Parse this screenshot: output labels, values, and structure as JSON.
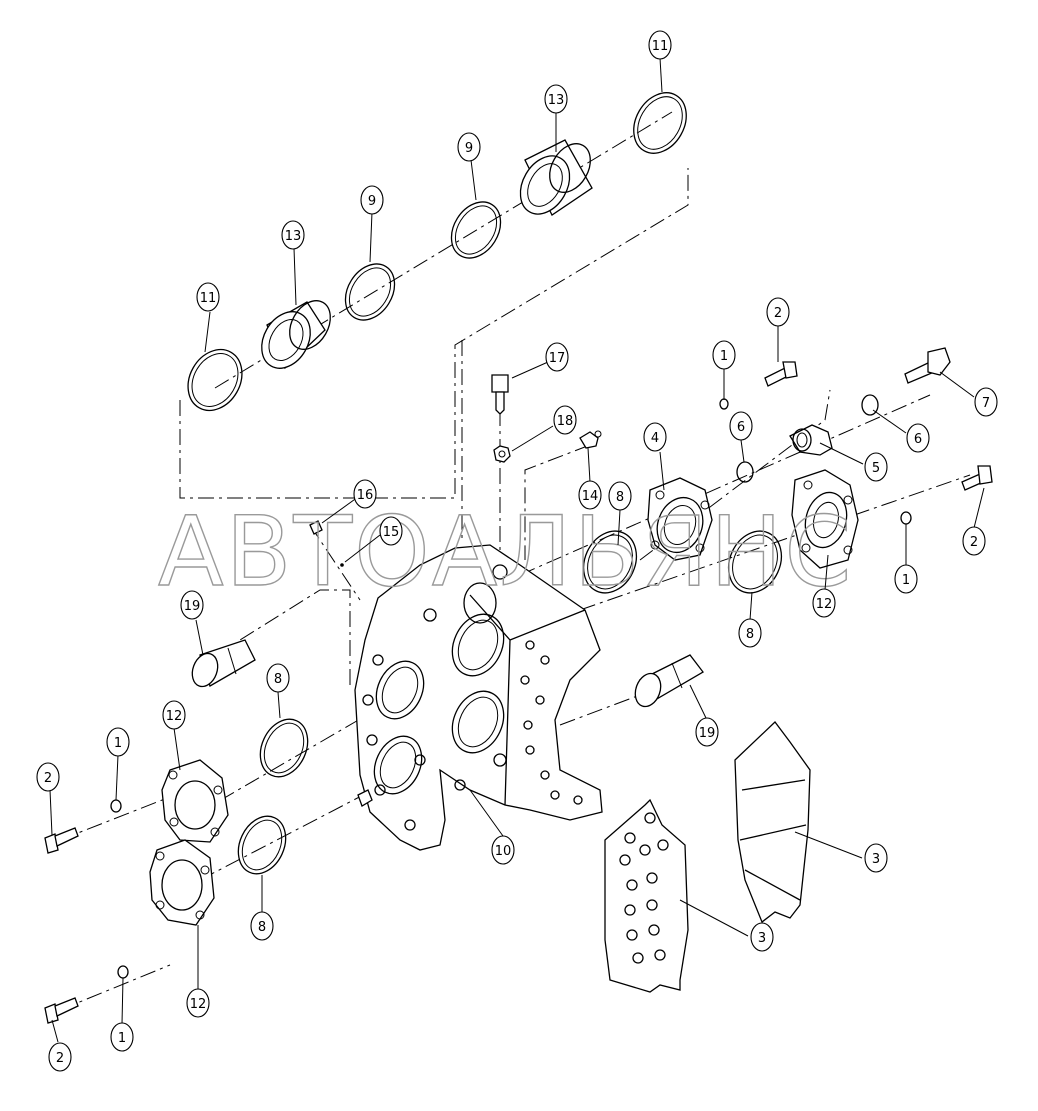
{
  "watermark": "АВТОАЛЬЯНС",
  "callouts": [
    {
      "id": "c11a",
      "label": "11"
    },
    {
      "id": "c13a",
      "label": "13"
    },
    {
      "id": "c9a",
      "label": "9"
    },
    {
      "id": "c9b",
      "label": "9"
    },
    {
      "id": "c13b",
      "label": "13"
    },
    {
      "id": "c11b",
      "label": "11"
    },
    {
      "id": "c17",
      "label": "17"
    },
    {
      "id": "c18",
      "label": "18"
    },
    {
      "id": "c14",
      "label": "14"
    },
    {
      "id": "c8a",
      "label": "8"
    },
    {
      "id": "c16",
      "label": "16"
    },
    {
      "id": "c15",
      "label": "15"
    },
    {
      "id": "c19a",
      "label": "19"
    },
    {
      "id": "c2a",
      "label": "2"
    },
    {
      "id": "c1a",
      "label": "1"
    },
    {
      "id": "c7",
      "label": "7"
    },
    {
      "id": "c6a",
      "label": "6"
    },
    {
      "id": "c6b",
      "label": "6"
    },
    {
      "id": "c4",
      "label": "4"
    },
    {
      "id": "c5",
      "label": "5"
    },
    {
      "id": "c2b",
      "label": "2"
    },
    {
      "id": "c1b",
      "label": "1"
    },
    {
      "id": "c12a",
      "label": "12"
    },
    {
      "id": "c8b",
      "label": "8"
    },
    {
      "id": "c19b",
      "label": "19"
    },
    {
      "id": "c8c",
      "label": "8"
    },
    {
      "id": "c12b",
      "label": "12"
    },
    {
      "id": "c1c",
      "label": "1"
    },
    {
      "id": "c2c",
      "label": "2"
    },
    {
      "id": "c10",
      "label": "10"
    },
    {
      "id": "c3a",
      "label": "3"
    },
    {
      "id": "c3b",
      "label": "3"
    },
    {
      "id": "c8d",
      "label": "8"
    },
    {
      "id": "c12c",
      "label": "12"
    },
    {
      "id": "c1d",
      "label": "1"
    },
    {
      "id": "c2d",
      "label": "2"
    }
  ]
}
